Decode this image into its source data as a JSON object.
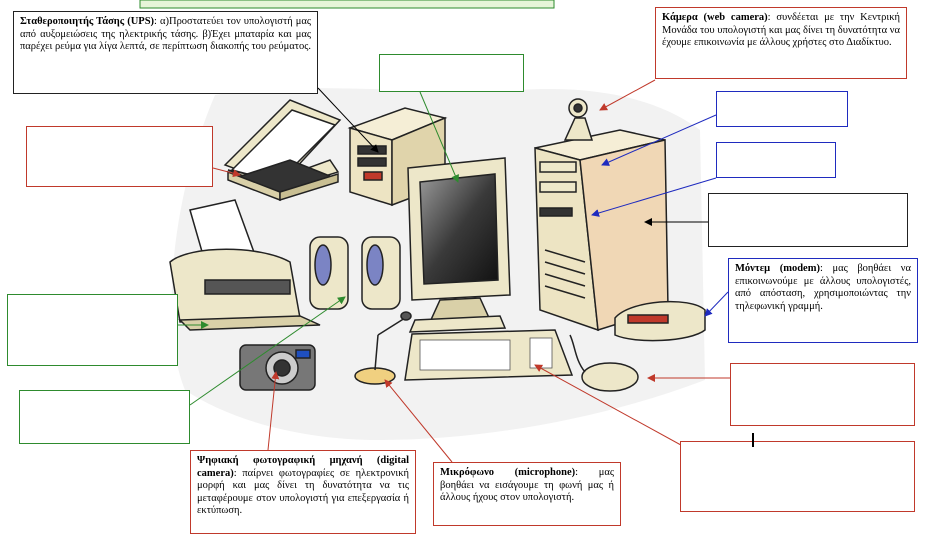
{
  "labels": {
    "ups": {
      "term": "Σταθεροποιητής Τάσης (UPS)",
      "text": ": α)Προστατεύει τον υπολογιστή μας από αυξομειώσεις της ηλεκτρικής τάσης. β)Έχει μπαταρία και μας παρέχει ρεύμα για λίγα λεπτά, σε περίπτωση διακοπής του ρεύματος."
    },
    "webcam": {
      "term": "Κάμερα (web camera)",
      "text": ": συνδέεται με την Κεντρική Μονάδα του υπολογιστή και μας δίνει τη δυνατότητα να έχουμε επικοινωνία με άλλους χρήστες στο Διαδίκτυο."
    },
    "modem": {
      "term": "Μόντεμ (modem)",
      "text": ": μας βοηθάει να επικοινωνούμε με άλλους υπολογιστές, από απόσταση, χρησιμοποιώντας την τηλεφωνική γραμμή."
    },
    "camera": {
      "term": "Ψηφιακή φωτογραφική μηχανή (digital camera)",
      "text": ": παίρνει φωτογραφίες σε ηλεκτρονική μορφή και μας δίνει τη δυνατότητα να τις μεταφέρουμε στον υπολογιστή για επεξεργασία ή εκτύπωση."
    },
    "microphone": {
      "term": "Μικρόφωνο (microphone)",
      "text": ": μας βοηθάει να εισάγουμε τη φωνή μας ή άλλους ήχους στον υπολογιστή."
    }
  },
  "colors": {
    "red": "#c0392b",
    "blue": "#1f2bbf",
    "green": "#2e8b2e",
    "top_bar": "#e6f5d8"
  }
}
